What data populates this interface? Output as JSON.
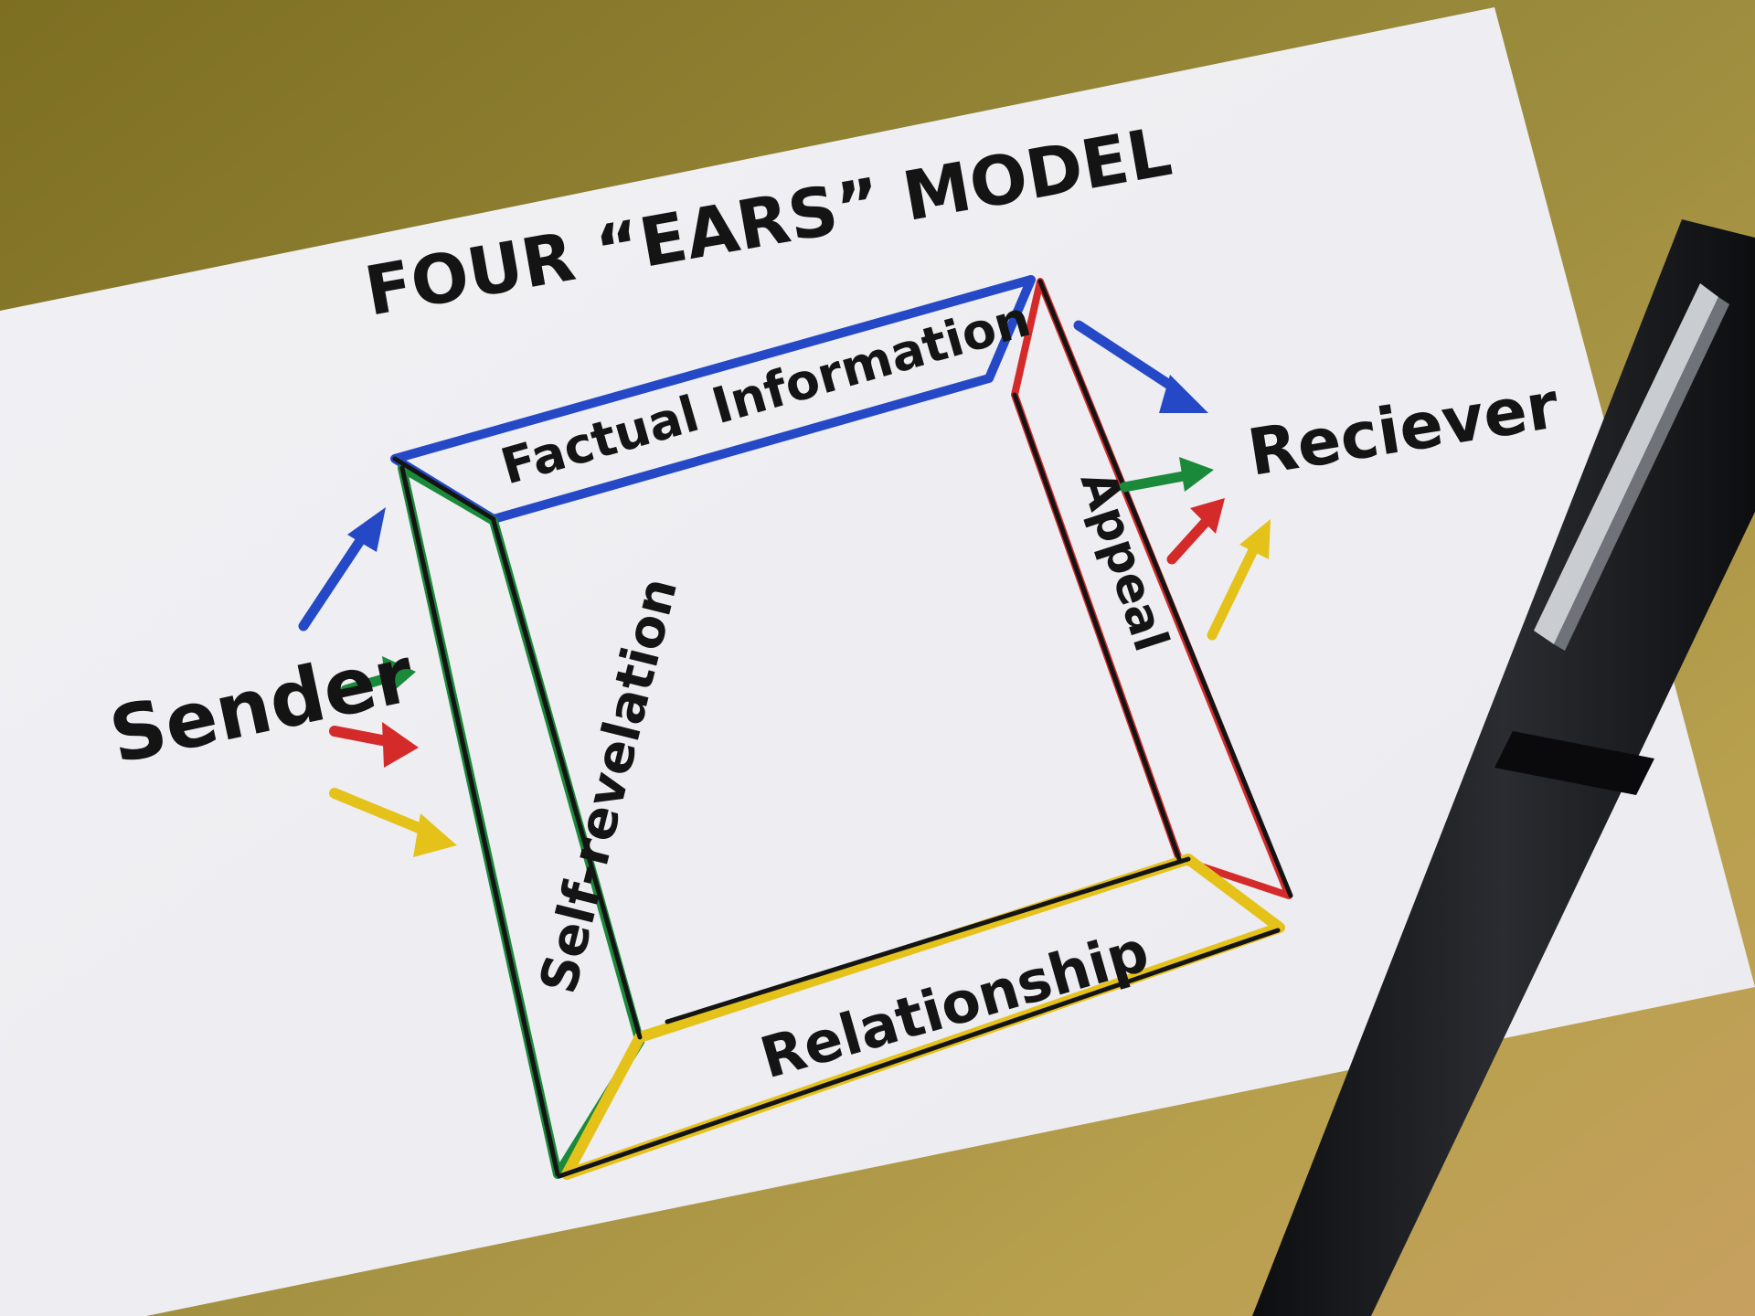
{
  "title": "FOUR “EARS” MODEL",
  "labels": {
    "sender": "Sender",
    "receiver": "Reciever",
    "factual": "Factual Information",
    "self_revelation": "Self-revelation",
    "appeal": "Appeal",
    "relationship": "Relationship"
  },
  "colors": {
    "factual": "#2549c6",
    "self_revelation": "#1a8a3a",
    "appeal": "#d42a2a",
    "relationship": "#e5c21a",
    "ink": "#141414",
    "paper": "#f4f4f6",
    "desk": "#8a7a2e",
    "pen": "#16171a"
  },
  "icons": {
    "pen": "felt-tip-pen-icon",
    "arrow": "hand-drawn-arrow-icon"
  }
}
